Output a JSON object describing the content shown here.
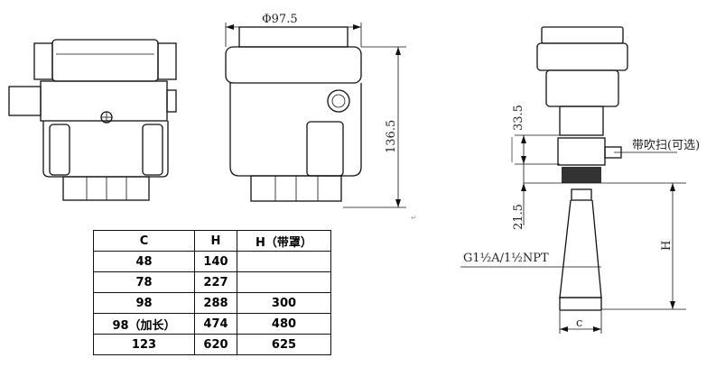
{
  "dimensions": {
    "diameter": "Φ97.5",
    "height_side": "136.5",
    "upper": "33.5",
    "lower": "21.5",
    "thread": "G1½A/1½NPT",
    "probe_height": "H",
    "probe_diameter": "c",
    "purge_note": "带吹扫(可选)"
  },
  "table": {
    "headers": [
      "C",
      "H",
      "H（带罩）"
    ],
    "rows": [
      [
        "48",
        "140",
        ""
      ],
      [
        "78",
        "227",
        ""
      ],
      [
        "98",
        "288",
        "300"
      ],
      [
        "98（加长）",
        "474",
        "480"
      ],
      [
        "123",
        "620",
        "625"
      ]
    ]
  }
}
